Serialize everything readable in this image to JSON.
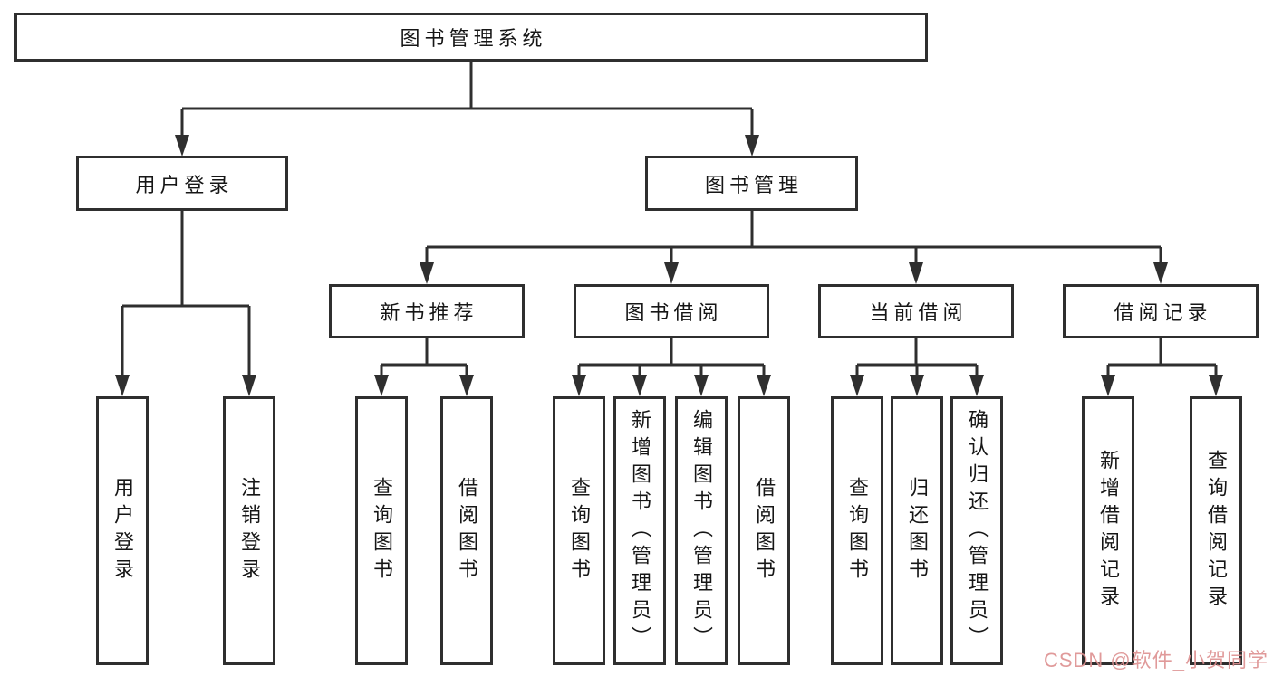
{
  "diagram": {
    "root": {
      "label": "图书管理系统"
    },
    "branches": [
      {
        "label": "用户登录",
        "children": [
          {
            "label": "用户登录"
          },
          {
            "label": "注销登录"
          }
        ]
      },
      {
        "label": "图书管理",
        "children": [
          {
            "label": "新书推荐",
            "children": [
              {
                "label": "查询图书"
              },
              {
                "label": "借阅图书"
              }
            ]
          },
          {
            "label": "图书借阅",
            "children": [
              {
                "label": "查询图书"
              },
              {
                "label": "新增图书（管理员）"
              },
              {
                "label": "编辑图书（管理员）"
              },
              {
                "label": "借阅图书"
              }
            ]
          },
          {
            "label": "当前借阅",
            "children": [
              {
                "label": "查询图书"
              },
              {
                "label": "归还图书"
              },
              {
                "label": "确认归还（管理员）"
              }
            ]
          },
          {
            "label": "借阅记录",
            "children": [
              {
                "label": "新增借阅记录"
              },
              {
                "label": "查询借阅记录"
              }
            ]
          }
        ]
      }
    ],
    "colors": {
      "line": "#2f2f2f",
      "box_border": "#2f2f2f",
      "box_background": "#ffffff",
      "text": "#161616",
      "watermark": "#dd9090"
    }
  },
  "watermark": {
    "text": "CSDN @软件_小贺同学"
  }
}
